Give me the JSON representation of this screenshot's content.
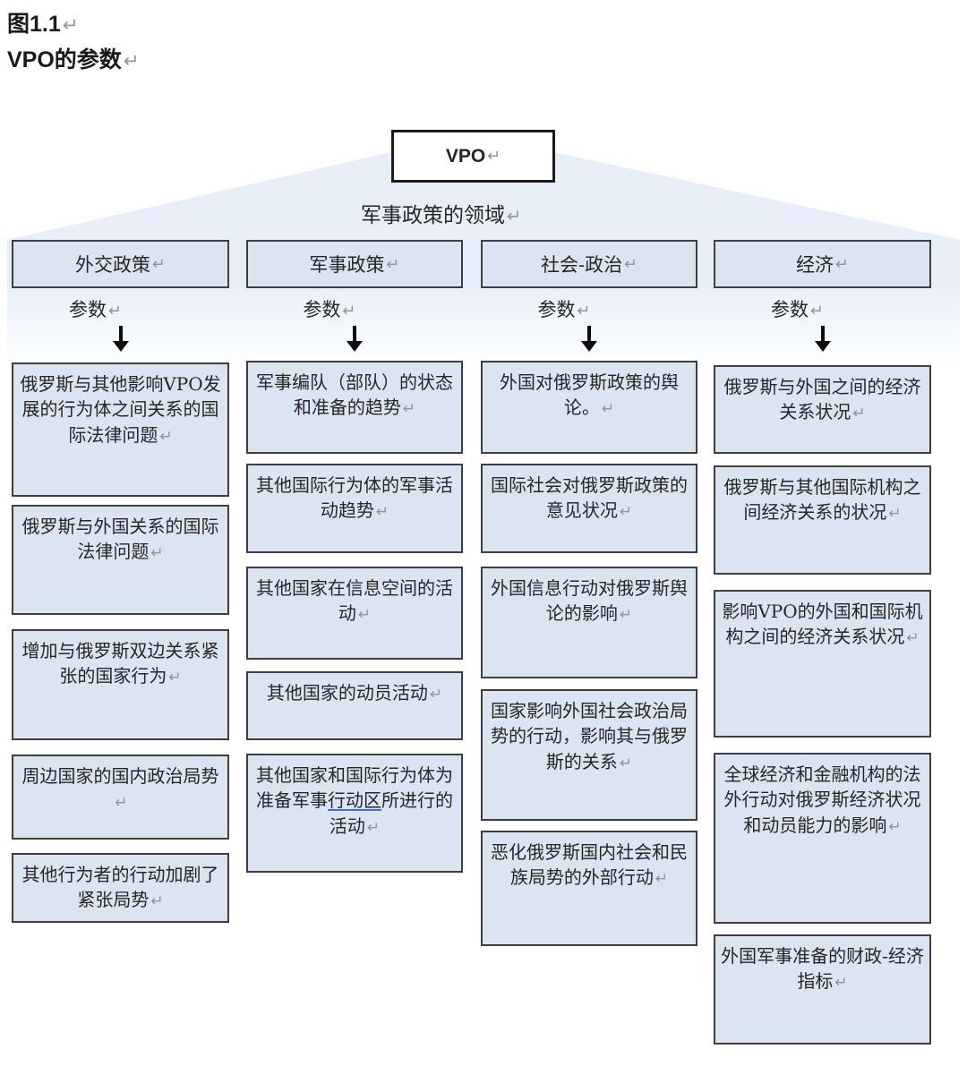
{
  "title": {
    "line1": "图1.1",
    "line2": "VPO的参数"
  },
  "marks": {
    "return": "↵"
  },
  "root": {
    "label": "VPO"
  },
  "banner": {
    "text": "军事政策的领域"
  },
  "param_label": "参数",
  "colors": {
    "box_fill": "#dbe5f1",
    "box_border": "#3f3f3f",
    "funnel_fill": "#e9eff9",
    "link_underline": "#4472c4",
    "mark_gray": "#8e959f"
  },
  "columns": [
    {
      "header": "外交政策",
      "boxes": [
        {
          "text": "俄罗斯与其他影响VPO发展的行为体之间关系的国际法律问题"
        },
        {
          "text": "俄罗斯与外国关系的国际法律问题"
        },
        {
          "text": "增加与俄罗斯双边关系紧张的国家行为"
        },
        {
          "text": "周边国家的国内政治局势"
        },
        {
          "text": "其他行为者的行动加剧了紧张局势"
        }
      ]
    },
    {
      "header": "军事政策",
      "boxes": [
        {
          "text": "军事编队（部队）的状态和准备的趋势"
        },
        {
          "text": "其他国际行为体的军事活动趋势"
        },
        {
          "text": "其他国家在信息空间的活动"
        },
        {
          "text": "其他国家的动员活动"
        },
        {
          "text_before": "其他国家和国际行为体为准备军事",
          "link_text": "行动区",
          "text_after": "所进行的活动"
        }
      ]
    },
    {
      "header": "社会-政治",
      "boxes": [
        {
          "text": "外国对俄罗斯政策的舆论。"
        },
        {
          "text": "国际社会对俄罗斯政策的意见状况"
        },
        {
          "text": "外国信息行动对俄罗斯舆论的影响"
        },
        {
          "text": "国家影响外国社会政治局势的行动，影响其与俄罗斯的关系"
        },
        {
          "text": "恶化俄罗斯国内社会和民族局势的外部行动"
        }
      ]
    },
    {
      "header": "经济",
      "boxes": [
        {
          "text": "俄罗斯与外国之间的经济关系状况"
        },
        {
          "text": "俄罗斯与其他国际机构之间经济关系的状况"
        },
        {
          "text": "影响VPO的外国和国际机构之间的经济关系状况"
        },
        {
          "text": "全球经济和金融机构的法外行动对俄罗斯经济状况和动员能力的影响"
        },
        {
          "text": "外国军事准备的财政-经济指标"
        }
      ]
    }
  ]
}
